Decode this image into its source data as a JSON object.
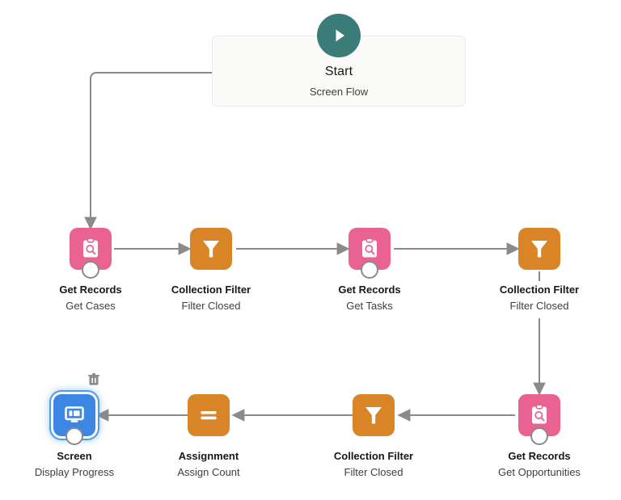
{
  "diagram": {
    "title": "Salesforce Flow Builder canvas",
    "colors": {
      "get_records": "#ea6292",
      "collection_filter": "#d88427",
      "assignment": "#d88427",
      "screen": "#3b87e3",
      "start": "#3b7c78",
      "connector": "#8a8a88",
      "selection": "#4c9bf0",
      "card_bg": "#fafaf9",
      "card_border": "#ecebea",
      "canvas_bg": "#ffffff"
    },
    "start": {
      "icon": "play-icon",
      "title": "Start",
      "subtitle": "Screen Flow"
    },
    "nodes": [
      {
        "id": "get-cases",
        "icon": "get-records-icon",
        "type": "get_records",
        "title": "Get Records",
        "subtitle": "Get Cases",
        "selected": false,
        "has_badge": true,
        "has_trash": false
      },
      {
        "id": "filter-closed-1",
        "icon": "funnel-icon",
        "type": "collection_filter",
        "title": "Collection Filter",
        "subtitle": "Filter Closed",
        "selected": false,
        "has_badge": false,
        "has_trash": false
      },
      {
        "id": "get-tasks",
        "icon": "get-records-icon",
        "type": "get_records",
        "title": "Get Records",
        "subtitle": "Get Tasks",
        "selected": false,
        "has_badge": true,
        "has_trash": false
      },
      {
        "id": "filter-closed-2",
        "icon": "funnel-icon",
        "type": "collection_filter",
        "title": "Collection Filter",
        "subtitle": "Filter Closed",
        "selected": false,
        "has_badge": false,
        "has_trash": false
      },
      {
        "id": "get-opportunities",
        "icon": "get-records-icon",
        "type": "get_records",
        "title": "Get Records",
        "subtitle": "Get Opportunities",
        "selected": false,
        "has_badge": true,
        "has_trash": false
      },
      {
        "id": "filter-closed-3",
        "icon": "funnel-icon",
        "type": "collection_filter",
        "title": "Collection Filter",
        "subtitle": "Filter Closed",
        "selected": false,
        "has_badge": false,
        "has_trash": false
      },
      {
        "id": "assign-count",
        "icon": "equals-icon",
        "type": "assignment",
        "title": "Assignment",
        "subtitle": "Assign Count",
        "selected": false,
        "has_badge": false,
        "has_trash": false
      },
      {
        "id": "display-progress",
        "icon": "screen-icon",
        "type": "screen",
        "title": "Screen",
        "subtitle": "Display Progress",
        "selected": true,
        "has_badge": true,
        "has_trash": true
      }
    ]
  }
}
